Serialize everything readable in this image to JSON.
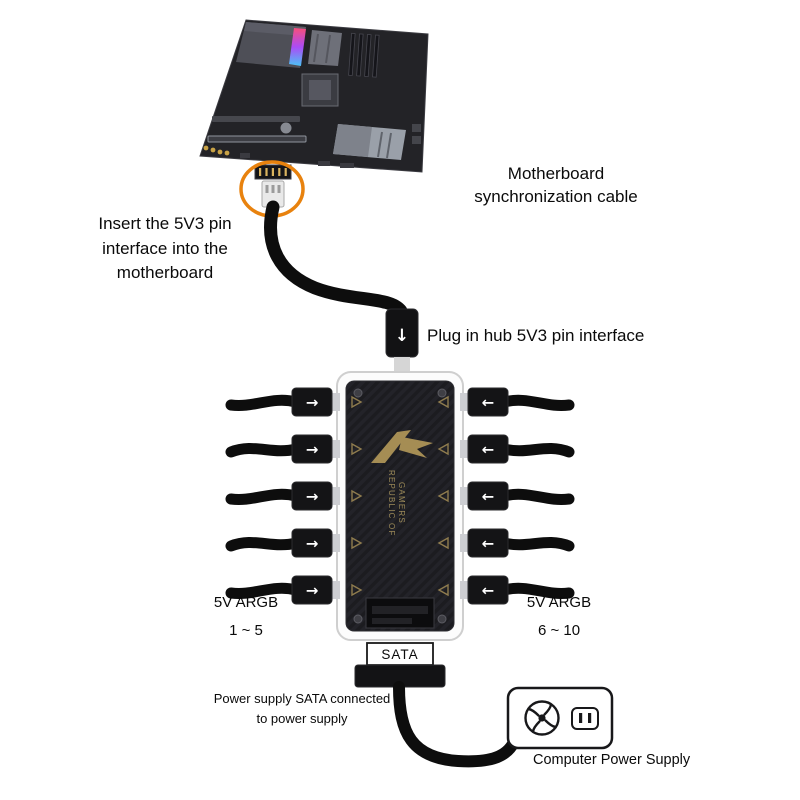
{
  "colors": {
    "background": "#ffffff",
    "cable": "#0d0d0d",
    "highlight_ring": "#e8820e",
    "rog_gold": "#a58d54",
    "pcb": "#1d1d20"
  },
  "annotations": {
    "insert_note": "Insert the 5V3 pin interface into the motherboard",
    "sync_cable_label": "Motherboard synchronization cable",
    "hub_plug_label": "Plug in hub 5V3 pin interface",
    "psu_note": "Power supply SATA connected to power supply",
    "psu_caption": "Computer Power Supply"
  },
  "hub": {
    "brand": [
      "REPUBLIC OF",
      "GAMERS"
    ],
    "sata_label": "SATA",
    "left_ports": {
      "label": "5V ARGB",
      "range": "1 ~ 5",
      "count": 5
    },
    "right_ports": {
      "label": "5V ARGB",
      "range": "6 ~ 10",
      "count": 5
    }
  },
  "icons": {
    "port_arrow_left_side": "→",
    "port_arrow_right_side": "←",
    "hub_input_arrow": "↓"
  }
}
